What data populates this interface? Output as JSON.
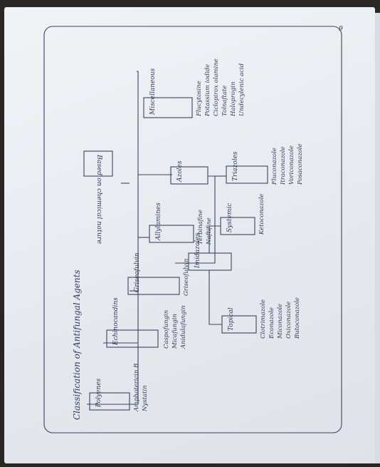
{
  "page_number": "9",
  "title": "Classification of Antifungal Agents",
  "subtitle": "Based on chemical nature",
  "categories": [
    {
      "label": "Polyenes",
      "examples": [
        "Amphotericin B",
        "Nystatin"
      ]
    },
    {
      "label": "Echinocandins",
      "examples": [
        "Caspofungin",
        "Micafungin",
        "Anidulafungin"
      ]
    },
    {
      "label": "Griseofulvin",
      "examples": [
        "Griseofulvin"
      ]
    },
    {
      "label": "Allylamines",
      "examples": [
        "Terbinafine",
        "Naftifine"
      ]
    },
    {
      "label": "Azoles",
      "examples": []
    },
    {
      "label": "Imidazoles",
      "examples": []
    },
    {
      "label": "Topical",
      "examples": [
        "Clotrimazole",
        "Econazole",
        "Miconazole",
        "Oxiconazole",
        "Butoconazole"
      ]
    },
    {
      "label": "Systemic",
      "examples": [
        "Ketoconazole"
      ]
    },
    {
      "label": "Triazoles",
      "examples": [
        "Fluconazole",
        "Itraconazole",
        "Voriconazole",
        "Posaconazole"
      ]
    },
    {
      "label": "Miscellaneous",
      "examples": [
        "Flucytosine",
        "Potassium iodide",
        "Ciclopirox olamine",
        "Tolnaftate",
        "Haloprogin",
        "Undecylenic acid"
      ]
    }
  ]
}
